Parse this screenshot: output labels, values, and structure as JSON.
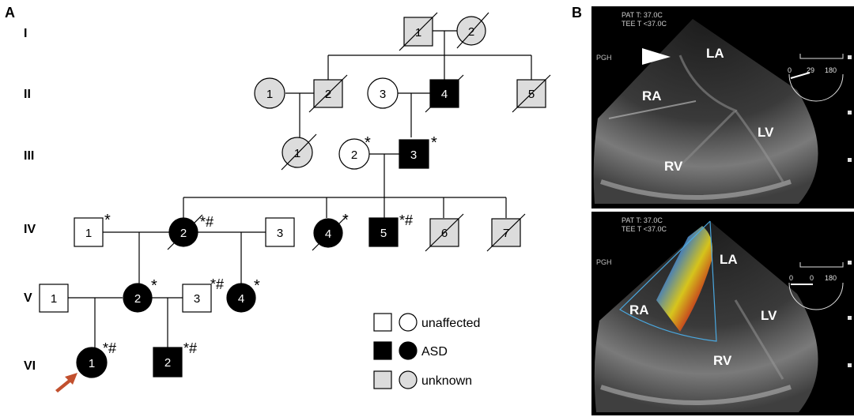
{
  "panels": {
    "a": {
      "label": "A"
    },
    "b": {
      "label": "B"
    }
  },
  "generations": [
    "I",
    "II",
    "III",
    "IV",
    "V",
    "VI"
  ],
  "legend": {
    "unaffected": "unaffected",
    "asd": "ASD",
    "unknown": "unknown"
  },
  "marks": {
    "star": "*",
    "star_hash": "*#"
  },
  "pedigree": {
    "I1": "1",
    "I2": "2",
    "II1": "1",
    "II2": "2",
    "II3": "3",
    "II4": "4",
    "II5": "5",
    "III1": "1",
    "III2": "2",
    "III3": "3",
    "IV1": "1",
    "IV2": "2",
    "IV3": "3",
    "IV4": "4",
    "IV5": "5",
    "IV6": "6",
    "IV7": "7",
    "V1": "1",
    "V2": "2",
    "V3": "3",
    "V4": "4",
    "VI1": "1",
    "VI2": "2"
  },
  "echo_top": {
    "pat_t": "PAT T: 37.0C",
    "tee_t": "TEE T <37.0C",
    "pgh": "PGH",
    "angle_min": "0",
    "angle_val": "29",
    "angle_max": "180",
    "la": "LA",
    "ra": "RA",
    "lv": "LV",
    "rv": "RV"
  },
  "echo_bottom": {
    "pat_t": "PAT T: 37.0C",
    "tee_t": "TEE T <37.0C",
    "pgh": "PGH",
    "angle_min": "0",
    "angle_val": "0",
    "angle_max": "180",
    "la": "LA",
    "ra": "RA",
    "lv": "LV",
    "rv": "RV"
  },
  "colors": {
    "affected": "#000000",
    "unknown": "#dcdcdc",
    "unaffected": "#ffffff",
    "proband_arrow": "#c2502e",
    "doppler_outline": "#4aa8e0"
  }
}
